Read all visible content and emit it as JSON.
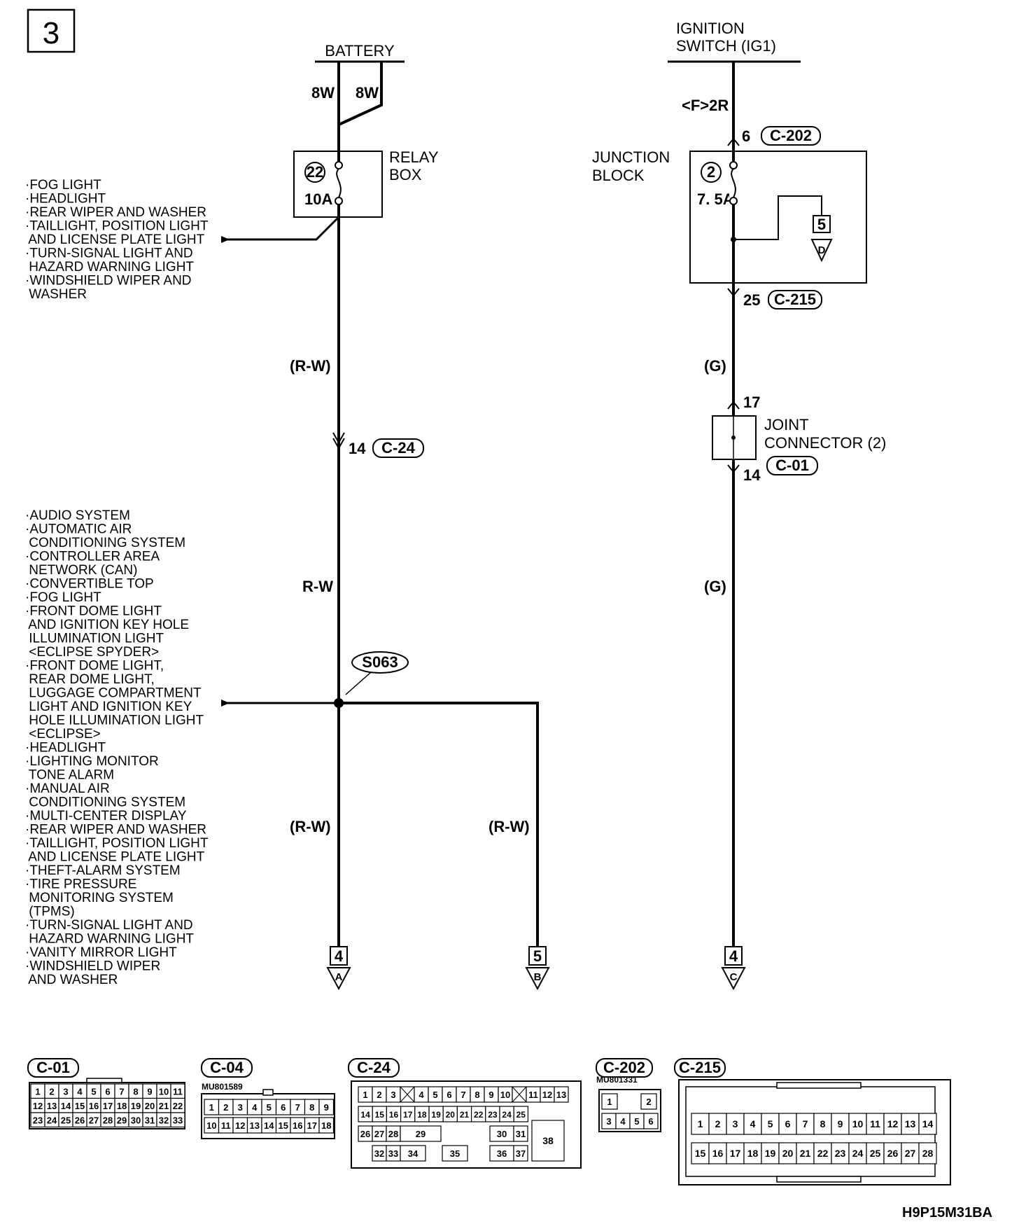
{
  "page_number": "3",
  "drawing_code": "H9P15M31BA",
  "battery": {
    "label": "BATTERY",
    "wire_left": "8W",
    "wire_right": "8W",
    "relay_box": {
      "label_line1": "RELAY",
      "label_line2": "BOX",
      "fuse_no": "22",
      "fuse_rating": "10A"
    },
    "relay_outputs": [
      "·FOG LIGHT",
      "·HEADLIGHT",
      "·REAR WIPER AND WASHER",
      "·TAILLIGHT, POSITION LIGHT",
      " AND LICENSE PLATE LIGHT",
      "·TURN-SIGNAL LIGHT AND",
      " HAZARD WARNING LIGHT",
      "·WINDSHIELD WIPER AND",
      " WASHER"
    ],
    "wire_color_1": "(R-W)",
    "conn_c24": {
      "pin": "14",
      "name": "C-24"
    },
    "wire_color_2": "R-W",
    "splice": "S063",
    "splice_outputs": [
      "·AUDIO SYSTEM",
      "·AUTOMATIC AIR",
      " CONDITIONING SYSTEM",
      "·CONTROLLER AREA",
      " NETWORK (CAN)",
      "·CONVERTIBLE TOP",
      "·FOG LIGHT",
      "·FRONT DOME LIGHT",
      " AND IGNITION KEY HOLE",
      " ILLUMINATION LIGHT",
      " <ECLIPSE SPYDER>",
      "·FRONT DOME LIGHT,",
      " REAR DOME LIGHT,",
      " LUGGAGE COMPARTMENT",
      " LIGHT AND IGNITION KEY",
      " HOLE ILLUMINATION LIGHT",
      " <ECLIPSE>",
      "·HEADLIGHT",
      "·LIGHTING MONITOR",
      " TONE ALARM",
      "·MANUAL AIR",
      " CONDITIONING SYSTEM",
      "·MULTI-CENTER DISPLAY",
      "·REAR WIPER AND WASHER",
      "·TAILLIGHT, POSITION LIGHT",
      " AND LICENSE PLATE LIGHT",
      "·THEFT-ALARM SYSTEM",
      "·TIRE PRESSURE",
      " MONITORING SYSTEM",
      " (TPMS)",
      "·TURN-SIGNAL LIGHT AND",
      " HAZARD WARNING LIGHT",
      "·VANITY MIRROR LIGHT",
      "·WINDSHIELD WIPER",
      " AND WASHER"
    ],
    "wire_color_3": "(R-W)",
    "wire_color_4": "(R-W)"
  },
  "ignition": {
    "label_line1": "IGNITION",
    "label_line2": "SWITCH (IG1)",
    "variant": "<F>2R",
    "conn_c202": {
      "pin": "6",
      "name": "C-202"
    },
    "junction_block": {
      "label_line1": "JUNCTION",
      "label_line2": "BLOCK",
      "fuse_no": "2",
      "fuse_rating": "7. 5A",
      "ref_page": "5",
      "ref_letter": "D"
    },
    "conn_c215": {
      "pin": "25",
      "name": "C-215"
    },
    "wire_color_1": "(G)",
    "joint_pin_in": "17",
    "joint_connector": {
      "line1": "JOINT",
      "line2": "CONNECTOR (2)"
    },
    "conn_c01": {
      "pin": "14",
      "name": "C-01"
    },
    "wire_color_2": "(G)"
  },
  "off_page_refs": [
    {
      "page": "4",
      "letter": "A"
    },
    {
      "page": "5",
      "letter": "B"
    },
    {
      "page": "4",
      "letter": "C"
    }
  ],
  "connector_views": {
    "c01": {
      "name": "C-01",
      "rows": [
        [
          "1",
          "2",
          "3",
          "4",
          "5",
          "6",
          "7",
          "8",
          "9",
          "10",
          "11"
        ],
        [
          "12",
          "13",
          "14",
          "15",
          "16",
          "17",
          "18",
          "19",
          "20",
          "21",
          "22"
        ],
        [
          "23",
          "24",
          "25",
          "26",
          "27",
          "28",
          "29",
          "30",
          "31",
          "32",
          "33"
        ]
      ]
    },
    "c04": {
      "name": "C-04",
      "part": "MU801589",
      "rows": [
        [
          "1",
          "2",
          "3",
          "4",
          "5",
          "6",
          "7",
          "8",
          "9"
        ],
        [
          "10",
          "11",
          "12",
          "13",
          "14",
          "15",
          "16",
          "17",
          "18"
        ]
      ]
    },
    "c24": {
      "name": "C-24",
      "row1": [
        "1",
        "2",
        "3",
        "",
        "4",
        "5",
        "6",
        "7",
        "8",
        "9",
        "10",
        "",
        "11",
        "12",
        "13"
      ],
      "row2": [
        "14",
        "15",
        "16",
        "17",
        "18",
        "19",
        "20",
        "21",
        "22",
        "23",
        "24",
        "25"
      ],
      "row3": [
        "26",
        "27",
        "28",
        "29",
        "30",
        "31"
      ],
      "row4": [
        "32",
        "33",
        "34",
        "35",
        "36",
        "37"
      ],
      "big": "38"
    },
    "c202": {
      "name": "C-202",
      "part": "MU801331",
      "rows": [
        [
          "1",
          "",
          "2"
        ],
        [
          "3",
          "4",
          "5",
          "6"
        ]
      ]
    },
    "c215": {
      "name": "C-215",
      "rows": [
        [
          "1",
          "2",
          "3",
          "4",
          "5",
          "6",
          "7",
          "8",
          "9",
          "10",
          "11",
          "12",
          "13",
          "14"
        ],
        [
          "15",
          "16",
          "17",
          "18",
          "19",
          "20",
          "21",
          "22",
          "23",
          "24",
          "25",
          "26",
          "27",
          "28"
        ]
      ]
    }
  }
}
